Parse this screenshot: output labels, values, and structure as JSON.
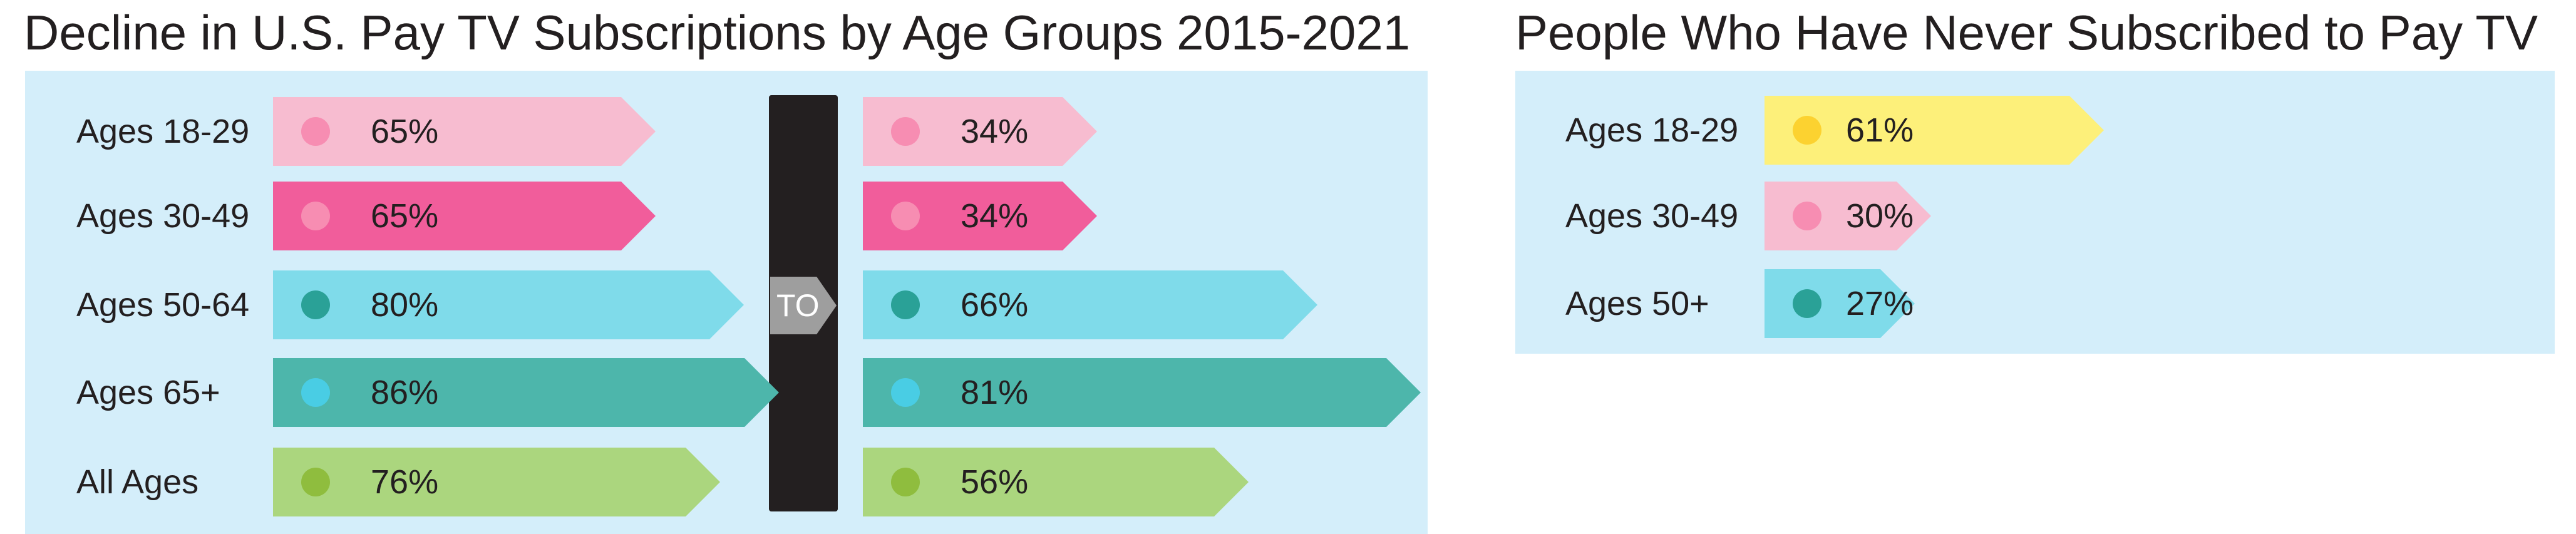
{
  "chart_data": [
    {
      "type": "bar",
      "title": "Decline in U.S. Pay TV Subscriptions by Age Groups 2015-2021",
      "categories": [
        "Ages 18-29",
        "Ages 30-49",
        "Ages 50-64",
        "Ages 65+",
        "All Ages"
      ],
      "series": [
        {
          "values": [
            65,
            65,
            80,
            86,
            76
          ],
          "labels": [
            "65%",
            "65%",
            "80%",
            "86%",
            "76%"
          ]
        },
        {
          "values": [
            34,
            34,
            66,
            81,
            56
          ],
          "labels": [
            "34%",
            "34%",
            "66%",
            "81%",
            "56%"
          ]
        }
      ],
      "transition_label": "TO",
      "unit": "%",
      "bar_colors": [
        "#f7bcd0",
        "#f15d9b",
        "#7fdbea",
        "#4db6ab",
        "#abd67e"
      ],
      "dot_colors": [
        "#f78db2",
        "#f78db2",
        "#2aa197",
        "#49cde4",
        "#8fbd3e"
      ]
    },
    {
      "type": "bar",
      "title": "People Who Have Never Subscribed to Pay TV",
      "categories": [
        "Ages 18-29",
        "Ages 30-49",
        "Ages 50+"
      ],
      "series": [
        {
          "values": [
            61,
            30,
            27
          ],
          "labels": [
            "61%",
            "30%",
            "27%"
          ]
        }
      ],
      "unit": "%",
      "bar_colors": [
        "#fdf07a",
        "#f7bcd0",
        "#7fdbea"
      ],
      "dot_colors": [
        "#fcd230",
        "#f78db2",
        "#2aa197"
      ]
    }
  ]
}
